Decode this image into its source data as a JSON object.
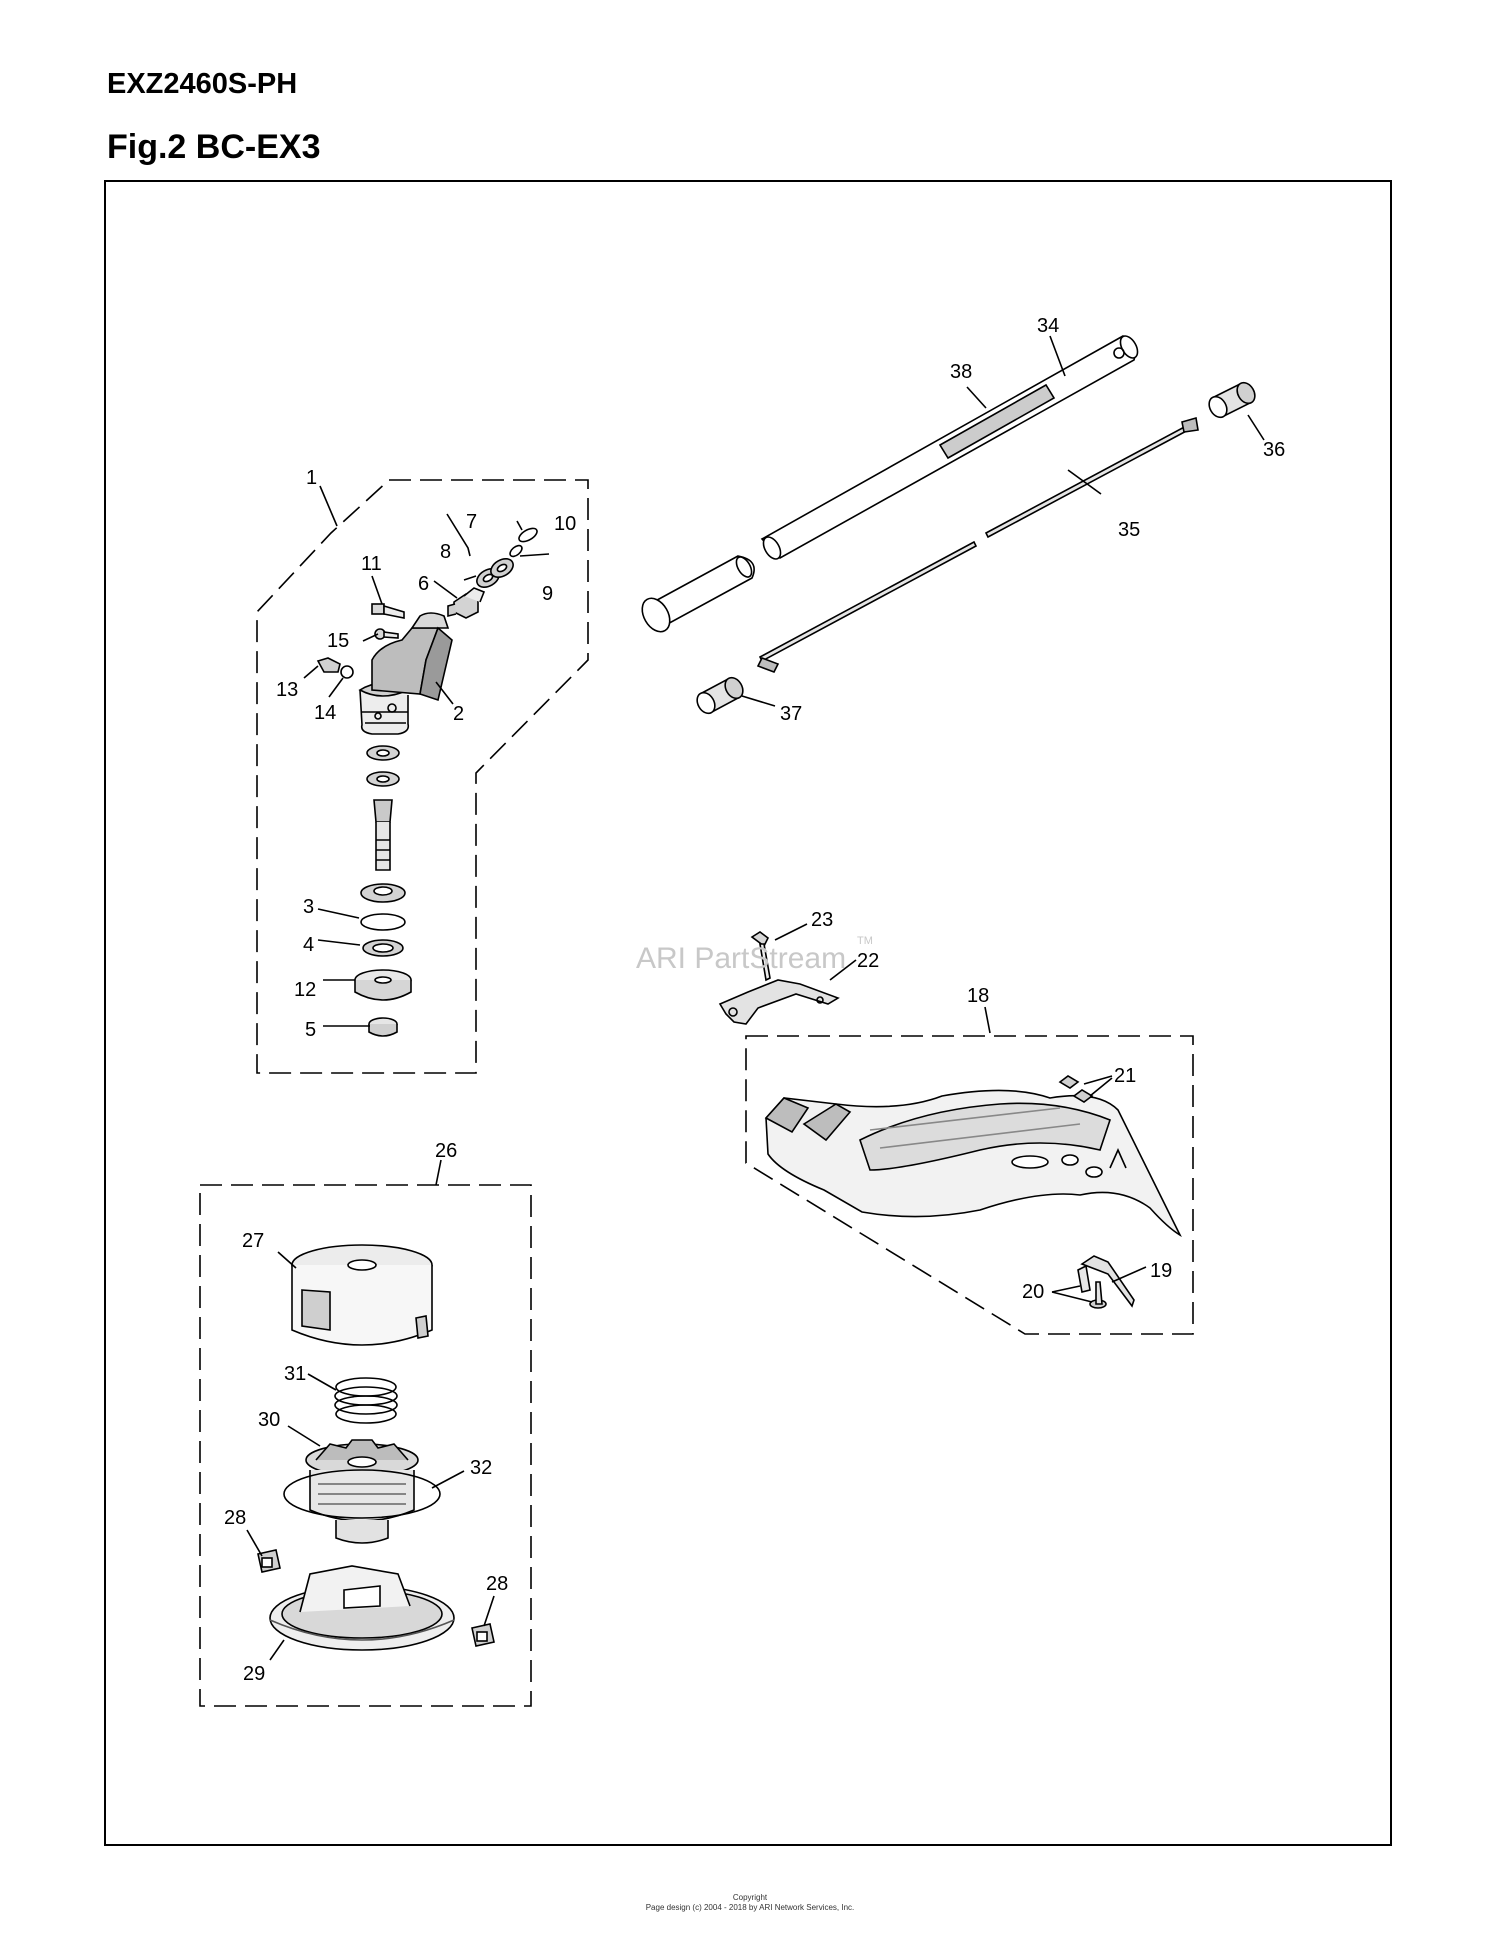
{
  "header": {
    "model": "EXZ2460S-PH",
    "figure": "Fig.2 BC-EX3"
  },
  "watermark": {
    "text": "ARI PartStream",
    "tm": "TM"
  },
  "callouts": {
    "c1": "1",
    "c2": "2",
    "c3": "3",
    "c4": "4",
    "c5": "5",
    "c6": "6",
    "c7": "7",
    "c8": "8",
    "c9": "9",
    "c10": "10",
    "c11": "11",
    "c12": "12",
    "c13": "13",
    "c14": "14",
    "c15": "15",
    "c18": "18",
    "c19": "19",
    "c20": "20",
    "c21": "21",
    "c22": "22",
    "c23": "23",
    "c26": "26",
    "c27": "27",
    "c28a": "28",
    "c28b": "28",
    "c29": "29",
    "c30": "30",
    "c31": "31",
    "c32": "32",
    "c34": "34",
    "c35": "35",
    "c36": "36",
    "c37": "37",
    "c38": "38"
  },
  "footer": {
    "line1": "Copyright",
    "line2": "Page design (c) 2004 - 2018 by ARI Network Services, Inc."
  }
}
